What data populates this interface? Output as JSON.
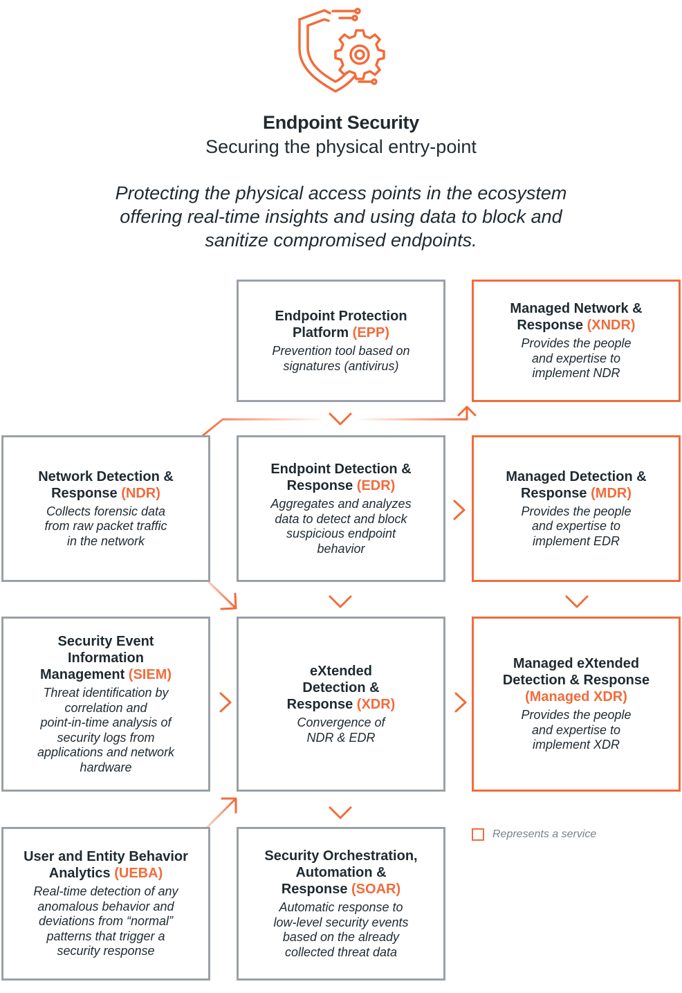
{
  "header": {
    "title": "Endpoint Security",
    "subtitle": "Securing the physical entry-point",
    "tagline_lines": [
      "Protecting the physical access points in the ecosystem",
      "offering real-time insights and using data to block and",
      "sanitize compromised endpoints."
    ]
  },
  "colors": {
    "accent": "#f26b3a",
    "tool_border": "#9aa0a6",
    "text": "#1f2a30"
  },
  "boxes": {
    "epp": {
      "name_lines": [
        "Endpoint Protection",
        "Platform "
      ],
      "abbr": "(EPP)",
      "desc_lines": [
        "Prevention tool based on",
        "signatures (antivirus)"
      ]
    },
    "xndr": {
      "name_lines": [
        "Managed Network &",
        "Response "
      ],
      "abbr": "(XNDR)",
      "desc_lines": [
        "Provides the people",
        "and expertise to",
        "implement NDR"
      ]
    },
    "ndr": {
      "name_lines": [
        "Network Detection &",
        "Response "
      ],
      "abbr": "(NDR)",
      "desc_lines": [
        "Collects forensic data",
        "from raw packet traffic",
        "in the network"
      ]
    },
    "edr": {
      "name_lines": [
        "Endpoint Detection &",
        "Response "
      ],
      "abbr": "(EDR)",
      "desc_lines": [
        "Aggregates and analyzes",
        "data  to detect and block",
        "suspicious endpoint",
        "behavior"
      ]
    },
    "mdr": {
      "name_lines": [
        "Managed Detection &",
        "Response "
      ],
      "abbr": "(MDR)",
      "desc_lines": [
        "Provides the people",
        "and expertise to",
        "implement EDR"
      ]
    },
    "siem": {
      "name_lines": [
        "Security Event",
        "Information",
        "Management "
      ],
      "abbr": "(SIEM)",
      "desc_lines": [
        "Threat identification by",
        "correlation and",
        "point-in-time analysis of",
        "security logs from",
        "applications and network",
        "hardware"
      ]
    },
    "xdr": {
      "name_lines": [
        "eXtended",
        "Detection &",
        "Response "
      ],
      "abbr": "(XDR)",
      "desc_lines": [
        "Convergence of",
        "NDR & EDR"
      ]
    },
    "mxdr": {
      "name_lines": [
        "Managed eXtended",
        "Detection & Response"
      ],
      "abbr": "(Managed XDR)",
      "desc_lines": [
        "Provides the people",
        "and expertise to",
        "implement XDR"
      ]
    },
    "ueba": {
      "name_lines": [
        "User and Entity Behavior",
        "Analytics "
      ],
      "abbr": "(UEBA)",
      "desc_lines": [
        "Real-time detection of any",
        "anomalous behavior and",
        "deviations from “normal”",
        "patterns that trigger a",
        "security response"
      ]
    },
    "soar": {
      "name_lines": [
        "Security Orchestration,",
        "Automation &",
        "Response "
      ],
      "abbr": "(SOAR)",
      "desc_lines": [
        "Automatic response to",
        "low-level security events",
        "based on the already",
        "collected threat data"
      ]
    }
  },
  "legend": {
    "label": "Represents a service"
  },
  "icons": {
    "logo": "shield-gear-icon"
  }
}
